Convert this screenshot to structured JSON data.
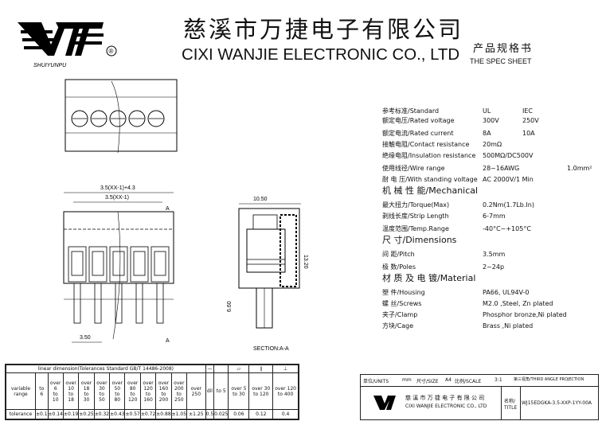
{
  "header": {
    "company_cn": "慈溪市万捷电子有限公司",
    "company_en": "CIXI  WANJIE  ELECTRONIC CO., LTD",
    "spec_cn": "产品规格书",
    "spec_en": "THE SPEC SHEET",
    "logo_text": "SHUIYUNPU",
    "logo_mark": "®"
  },
  "drawing": {
    "dim_top_a": "3.5(XX-1)+4.3",
    "dim_top_b": "3.5(XX-1)",
    "dim_pitch": "3.50",
    "dim_width": "10.50",
    "dim_height": "13.20",
    "dim_pin": "6.60",
    "section_label": "SECTION:A-A",
    "mark_a": "A"
  },
  "specs": {
    "rows": [
      {
        "label": "参考标准/Standard",
        "v1": "UL",
        "v2": "IEC"
      },
      {
        "label": "额定电压/Rated voltage",
        "v1": "300V",
        "v2": "250V"
      },
      {
        "label": "额定电流/Rated current",
        "v1": "8A",
        "v2": "10A"
      },
      {
        "label": "接触电阻/Contact resistance",
        "v1": "20mΩ",
        "v2": ""
      },
      {
        "label": "绝缘电阻/Insulation resistance",
        "v1": "500MΩ/DC500V",
        "v2": ""
      },
      {
        "label": "使用线径/Wire range",
        "v1": "28~16AWG",
        "v2": "1.0mm²"
      },
      {
        "label": "耐 电 压/With standing voltage",
        "v1": "AC 2000V/1 Min",
        "v2": ""
      }
    ],
    "mech_title": "机 械 性 能/Mechanical",
    "mech_rows": [
      {
        "label": "最大扭力/Torque(Max)",
        "v1": "0.2Nm(1.7Lb.In)"
      },
      {
        "label": "剥线长度/Strip Length",
        "v1": "6-7mm"
      },
      {
        "label": "温度范围/Temp.Range",
        "v1": "-40°C~+105°C"
      }
    ],
    "dim_title": "尺  寸/Dimensions",
    "dim_rows": [
      {
        "label": "间  距/Pitch",
        "v1": "3.5mm"
      },
      {
        "label": "极  数/Poles",
        "v1": "2~24p"
      }
    ],
    "mat_title": "材 质 及 电 镀/Material",
    "mat_rows": [
      {
        "label": "塑  件/Housing",
        "v1": "PA66,  UL94V-0"
      },
      {
        "label": "螺  丝/Screws",
        "v1": "M2.0 ,Steel, Zn plated"
      },
      {
        "label": "夹子/Clamp",
        "v1": "Phosphor bronze,Ni plated"
      },
      {
        "label": "方块/Cage",
        "v1": "Brass ,Ni  plated"
      }
    ]
  },
  "tolerance": {
    "title": "linear  dimension(Tolerances  Standard  GB/T  14486-2008)",
    "row_label_1": "variable range",
    "row_label_2": "tolerance",
    "ranges": [
      [
        "",
        "to",
        "6"
      ],
      [
        "over",
        "6",
        "to",
        "10"
      ],
      [
        "over",
        "10",
        "to",
        "18"
      ],
      [
        "over",
        "18",
        "to",
        "30"
      ],
      [
        "over",
        "30",
        "to",
        "50"
      ],
      [
        "over",
        "50",
        "to",
        "80"
      ],
      [
        "over",
        "80",
        "to",
        "120"
      ],
      [
        "over",
        "120",
        "to",
        "160"
      ],
      [
        "over",
        "160",
        "to",
        "200"
      ],
      [
        "over",
        "200",
        "to",
        "250"
      ]
    ],
    "values": [
      "±0.1",
      "±0.14",
      "±0.19",
      "±0.25",
      "±0.32",
      "±0.43",
      "±0.57",
      "±0.72",
      "±0.88",
      "±1.05",
      "±1.25"
    ],
    "geo_header": [
      "",
      "—",
      "⏥",
      "∥",
      "⊥"
    ],
    "geo_label": "dil",
    "geo_ranges": [
      "to 5",
      "over 5 to 30",
      "over 30 to 120",
      "over 120 to 400"
    ],
    "geo_values": [
      "0.5",
      "0.025",
      "0.06",
      "0.12",
      "0.4"
    ],
    "last_range": "over 250"
  },
  "titleblock": {
    "units_label": "单位/UNITS",
    "units_value": "mm",
    "size_label": "尺寸/SIZE",
    "size_value": "A4",
    "scale_label": "比例/SCALE",
    "scale_value": "3:1",
    "projection": "第三视角/THIRD ANGLE PROJECTION",
    "company_cn": "慈 溪 市 万 捷 电 子 有 限 公 司",
    "company_en": "CIXI  WANJIE  ELECTRONIC CO., LTD",
    "name_label": "名称/",
    "title_label": "TITLE",
    "part_number": "WJ15EDGKA-3.5-XXP-1YY-00A"
  }
}
